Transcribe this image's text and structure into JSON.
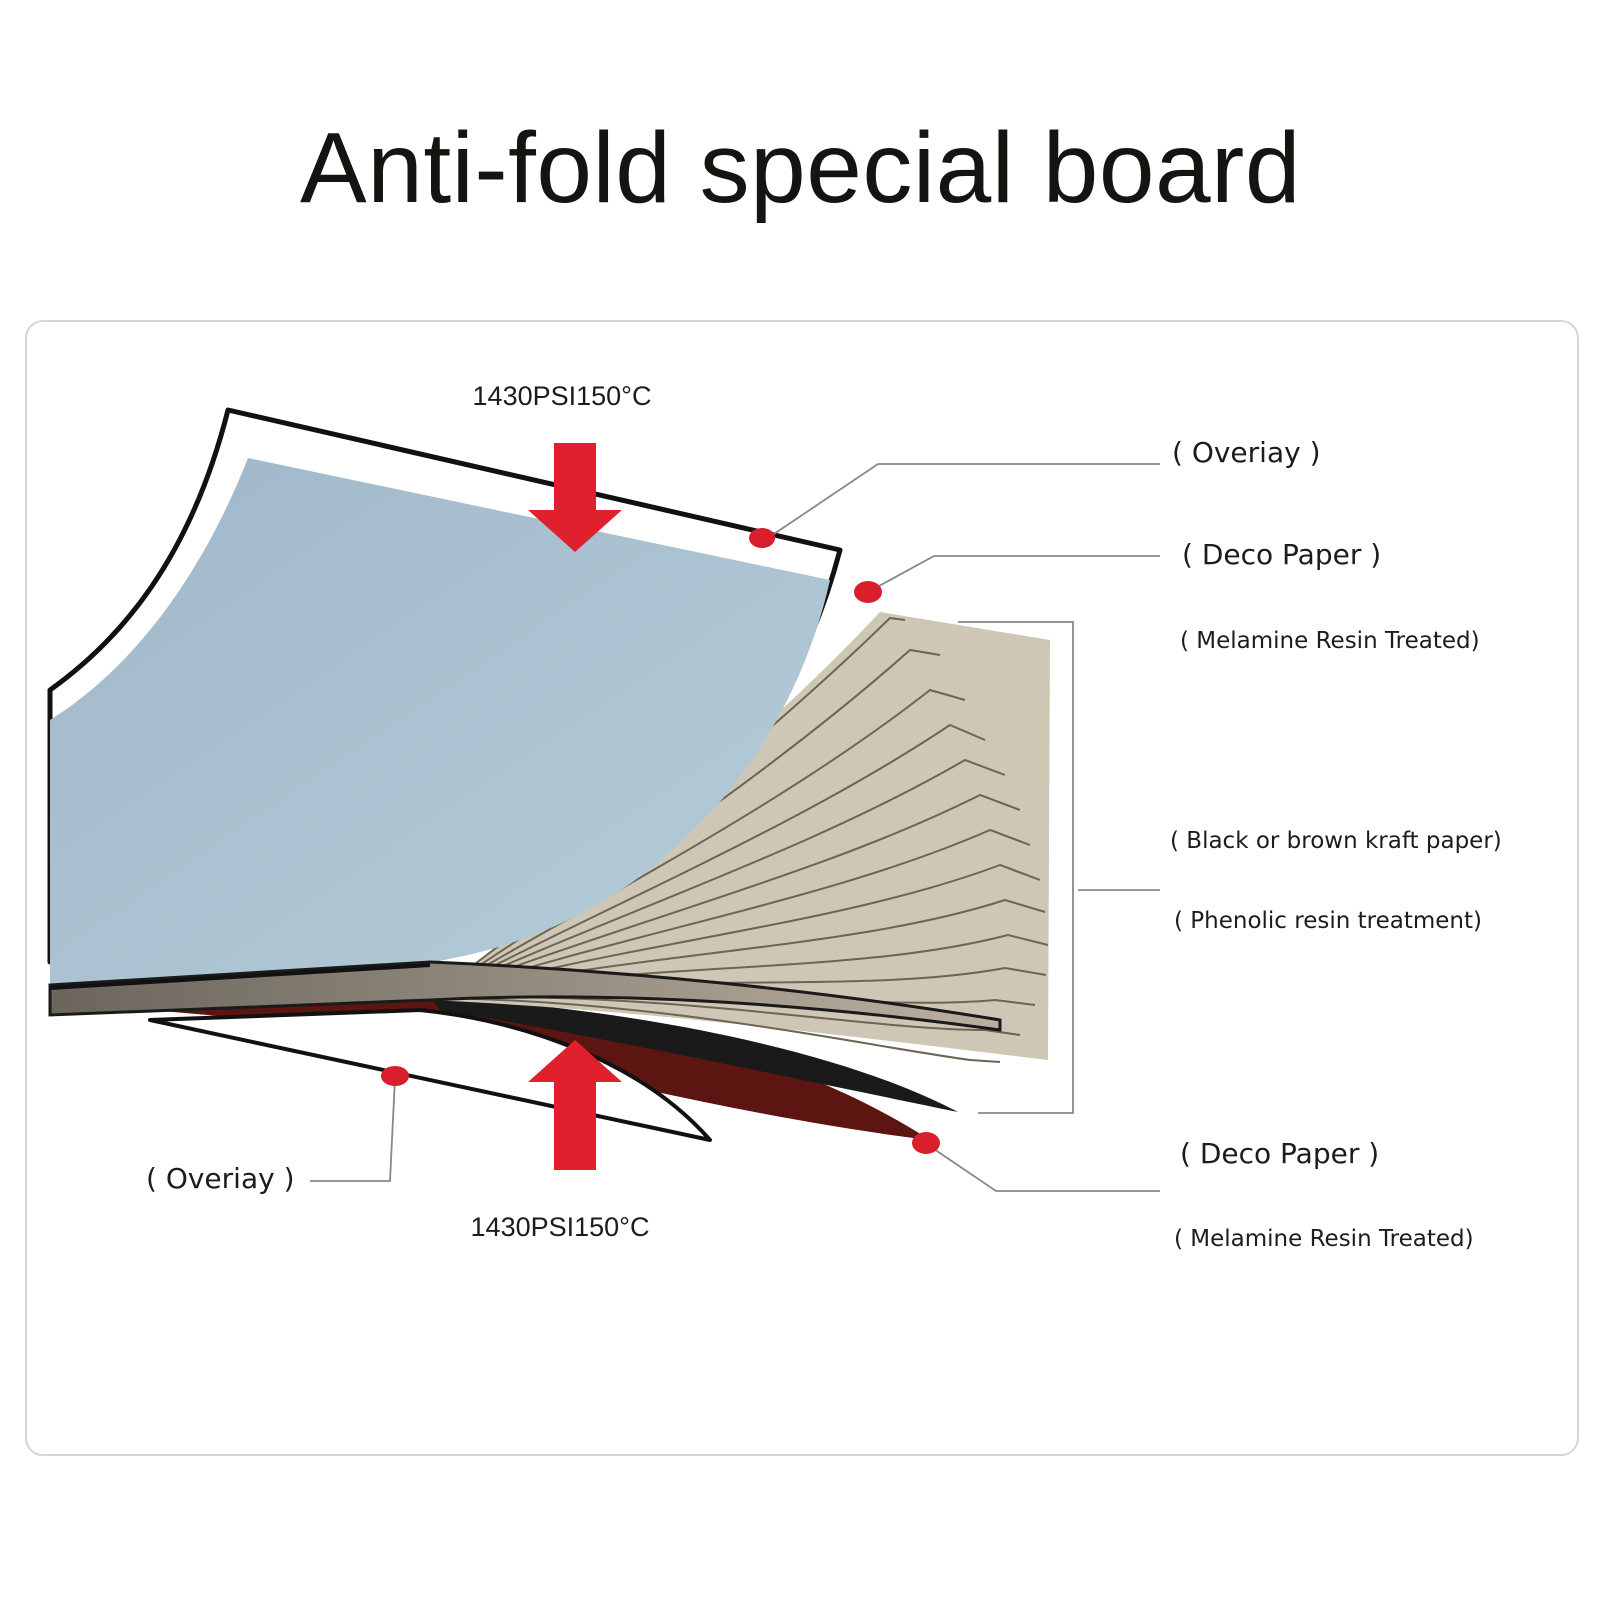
{
  "title": "Anti-fold special board",
  "pressure_top": "1430PSI150°C",
  "pressure_bottom": "1430PSI150°C",
  "labels": {
    "overlay_top": "( Overiay )",
    "deco_top": "( Deco Paper )",
    "deco_top_sub": "( Melamine Resin Treated)",
    "kraft": "( Black or brown kraft paper)",
    "kraft_sub": "( Phenolic resin treatment)",
    "deco_bottom": "( Deco Paper )",
    "deco_bottom_sub": "( Melamine Resin Treated)",
    "overlay_bottom": "( Overiay )"
  },
  "colors": {
    "arrow": "#e0202c",
    "dot": "#d81f2b",
    "overlay_sheet": "#a9c0d0",
    "kraft_paper": "#c8bfae",
    "deco_bottom": "#5a1410"
  },
  "icons": [
    "down-arrow-icon",
    "up-arrow-icon"
  ]
}
